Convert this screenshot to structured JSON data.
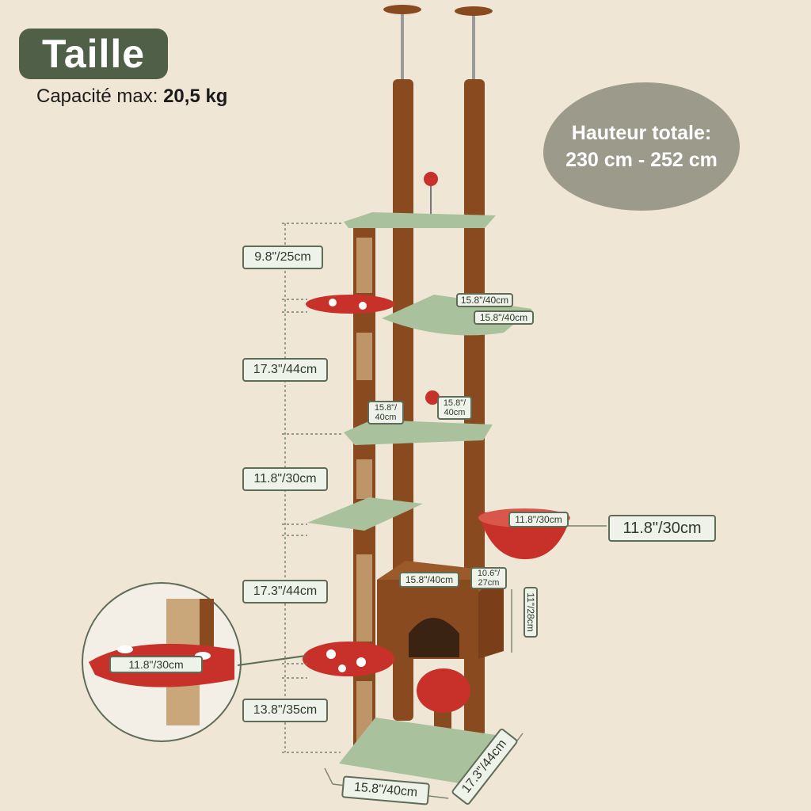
{
  "header": {
    "title": "Taille",
    "capacity_label": "Capacité max: ",
    "capacity_value": "20,5 kg"
  },
  "total_height": {
    "label": "Hauteur totale:",
    "value": "230 cm - 252 cm"
  },
  "dimensions": {
    "top_gap": "9.8\"/25cm",
    "gap_2": "17.3\"/44cm",
    "gap_3": "11.8\"/30cm",
    "gap_4": "17.3\"/44cm",
    "gap_5": "13.8\"/35cm",
    "hammock_top_width": "15.8\"/40cm",
    "hammock_top_depth": "15.8\"/40cm",
    "platform_mid_width_a": "15.8\"/\n40cm",
    "platform_mid_width_b": "15.8\"/\n40cm",
    "basket_diameter": "11.8\"/30cm",
    "basket_height": "11.8\"/30cm",
    "condo_width": "15.8\"/40cm",
    "condo_depth": "10.6\"/\n27cm",
    "condo_height": "11\"/28cm",
    "mushroom_zoom": "11.8\"/30cm",
    "base_width": "15.8\"/40cm",
    "base_depth": "17.3\"/44cm"
  },
  "colors": {
    "background": "#efe6d5",
    "accent_green": "#4f5f48",
    "platform_green": "#a9c19c",
    "mushroom_red": "#c8312a",
    "post_brown": "#8a4a1f",
    "sisal": "#c9a77a"
  }
}
